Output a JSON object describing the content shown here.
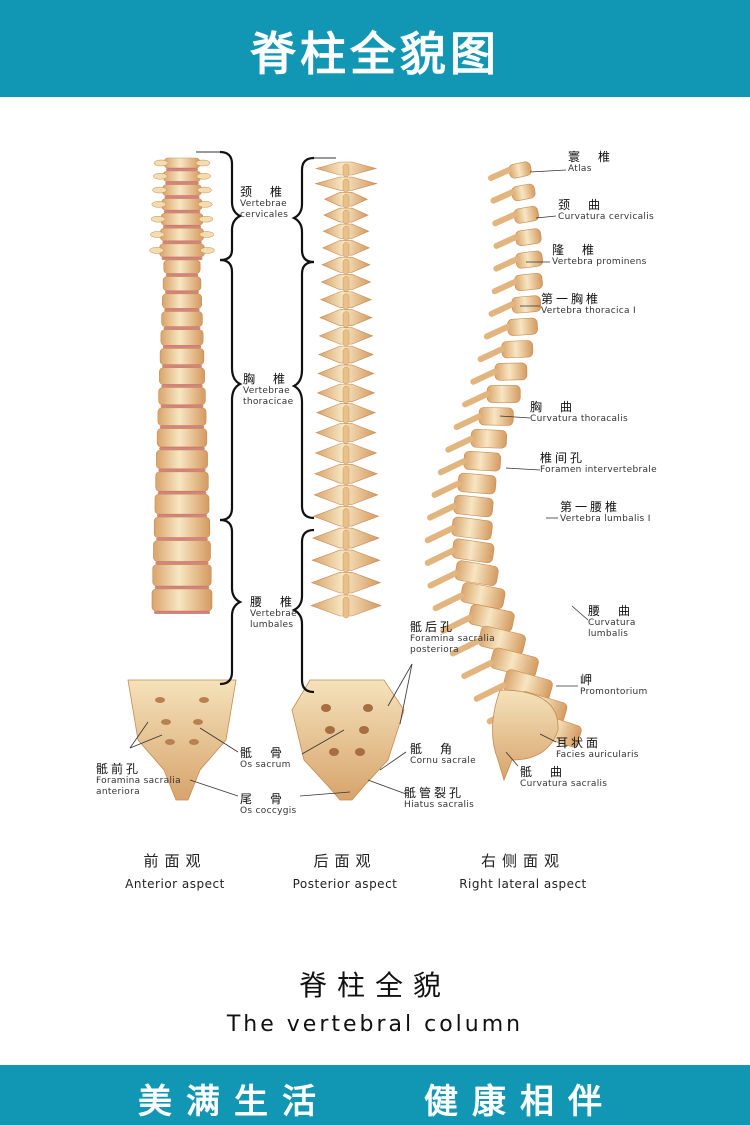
{
  "header": {
    "title": "脊柱全貌图"
  },
  "regions": {
    "cervical": {
      "zh": "颈　椎",
      "la1": "Vertebrae",
      "la2": "cervicales"
    },
    "thoracic": {
      "zh": "胸　椎",
      "la1": "Vertebrae",
      "la2": "thoracicae"
    },
    "lumbar": {
      "zh": "腰　椎",
      "la1": "Vertebrae",
      "la2": "lumbales"
    }
  },
  "anterior_labels": {
    "foramina_ant": {
      "zh": "骶前孔",
      "la1": "Foramina sacralia",
      "la2": "anteriora"
    },
    "os_sacrum": {
      "zh": "骶　骨",
      "la": "Os sacrum"
    },
    "os_coccygis": {
      "zh": "尾　骨",
      "la": "Os coccygis"
    }
  },
  "posterior_labels": {
    "foramina_post": {
      "zh": "骶后孔",
      "la1": "Foramina sacralia",
      "la2": "posteriora"
    },
    "cornu": {
      "zh": "骶　角",
      "la": "Cornu sacrale"
    },
    "hiatus": {
      "zh": "骶管裂孔",
      "la": "Hiatus sacralis"
    }
  },
  "lateral_labels": {
    "atlas": {
      "zh": "寰　椎",
      "la": "Atlas"
    },
    "curv_cerv": {
      "zh": "颈　曲",
      "la": "Curvatura cervicalis"
    },
    "prominens": {
      "zh": "隆　椎",
      "la": "Vertebra prominens"
    },
    "thoracica1": {
      "zh": "第一胸椎",
      "la": "Vertebra thoracica Ⅰ"
    },
    "curv_thor": {
      "zh": "胸　曲",
      "la": "Curvatura thoracalis"
    },
    "foramen_iv": {
      "zh": "椎间孔",
      "la": "Foramen intervertebrale"
    },
    "lumbalis1": {
      "zh": "第一腰椎",
      "la": "Vertebra lumbalis Ⅰ"
    },
    "curv_lumb": {
      "zh": "腰　曲",
      "la1": "Curvatura",
      "la2": "lumbalis"
    },
    "promontorium": {
      "zh": "岬",
      "la": "Promontorium"
    },
    "auricularis": {
      "zh": "耳状面",
      "la": "Facies auricularis"
    },
    "curv_sacr": {
      "zh": "骶　曲",
      "la": "Curvatura sacralis"
    }
  },
  "aspects": {
    "anterior": {
      "zh": "前面观",
      "en": "Anterior aspect"
    },
    "posterior": {
      "zh": "后面观",
      "en": "Posterior aspect"
    },
    "lateral": {
      "zh": "右侧面观",
      "en": "Right lateral aspect"
    }
  },
  "main_title": {
    "zh": "脊柱全貌",
    "en": "The vertebral column"
  },
  "footer": {
    "left": "美满生活",
    "right": "健康相伴"
  },
  "colors": {
    "banner": "#1196b3",
    "bone": "#f3dcae",
    "bone_dark": "#c98a52",
    "disc": "#c0504d"
  }
}
